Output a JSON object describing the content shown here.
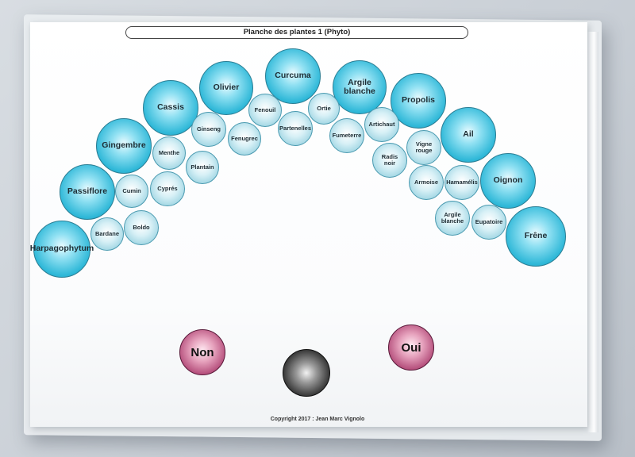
{
  "title": "Planche des plantes 1 (Phyto)",
  "plants": [
    {
      "id": "harpagophytum",
      "label": "Harpagophytum",
      "size": "big"
    },
    {
      "id": "passiflore",
      "label": "Passiflore",
      "size": "big"
    },
    {
      "id": "gingembre",
      "label": "Gingembre",
      "size": "big"
    },
    {
      "id": "cassis",
      "label": "Cassis",
      "size": "big"
    },
    {
      "id": "olivier",
      "label": "Olivier",
      "size": "big"
    },
    {
      "id": "curcuma",
      "label": "Curcuma",
      "size": "big"
    },
    {
      "id": "argile-blanche-1",
      "label": "Argile\nblanche",
      "size": "big"
    },
    {
      "id": "propolis",
      "label": "Propolis",
      "size": "big"
    },
    {
      "id": "ail",
      "label": "Ail",
      "size": "big"
    },
    {
      "id": "oignon",
      "label": "Oignon",
      "size": "big"
    },
    {
      "id": "frene",
      "label": "Frêne",
      "size": "big"
    },
    {
      "id": "bardane",
      "label": "Bardane",
      "size": "small"
    },
    {
      "id": "boldo",
      "label": "Boldo",
      "size": "small"
    },
    {
      "id": "cumin",
      "label": "Cumin",
      "size": "small"
    },
    {
      "id": "cypres",
      "label": "Cyprés",
      "size": "small"
    },
    {
      "id": "menthe",
      "label": "Menthe",
      "size": "small"
    },
    {
      "id": "plantain",
      "label": "Plantain",
      "size": "small"
    },
    {
      "id": "ginseng",
      "label": "Ginseng",
      "size": "small"
    },
    {
      "id": "fenugrec",
      "label": "Fenugrec",
      "size": "small"
    },
    {
      "id": "fenouil",
      "label": "Fenouil",
      "size": "small"
    },
    {
      "id": "partenelles",
      "label": "Partenelles",
      "size": "small"
    },
    {
      "id": "ortie",
      "label": "Ortie",
      "size": "small"
    },
    {
      "id": "fumeterre",
      "label": "Fumeterre",
      "size": "small"
    },
    {
      "id": "artichaut",
      "label": "Artichaut",
      "size": "small"
    },
    {
      "id": "radis-noir",
      "label": "Radis\nnoir",
      "size": "small"
    },
    {
      "id": "vigne-rouge",
      "label": "Vigne\nrouge",
      "size": "small"
    },
    {
      "id": "armoise",
      "label": "Armoise",
      "size": "small"
    },
    {
      "id": "hamamelis",
      "label": "Hamamélis",
      "size": "small"
    },
    {
      "id": "argile-blanche-2",
      "label": "Argile\nblanche",
      "size": "small"
    },
    {
      "id": "eupatoire",
      "label": "Eupatoire",
      "size": "small"
    }
  ],
  "answers": {
    "no": "Non",
    "yes": "Oui"
  },
  "copyright": "Copyright 2017 : Jean Marc Vignolo",
  "colors": {
    "bubble_big": "#2fb8d8",
    "bubble_small": "#9dd4e2",
    "answer": "#b24a78",
    "center_ball": "#3a3a3a"
  }
}
